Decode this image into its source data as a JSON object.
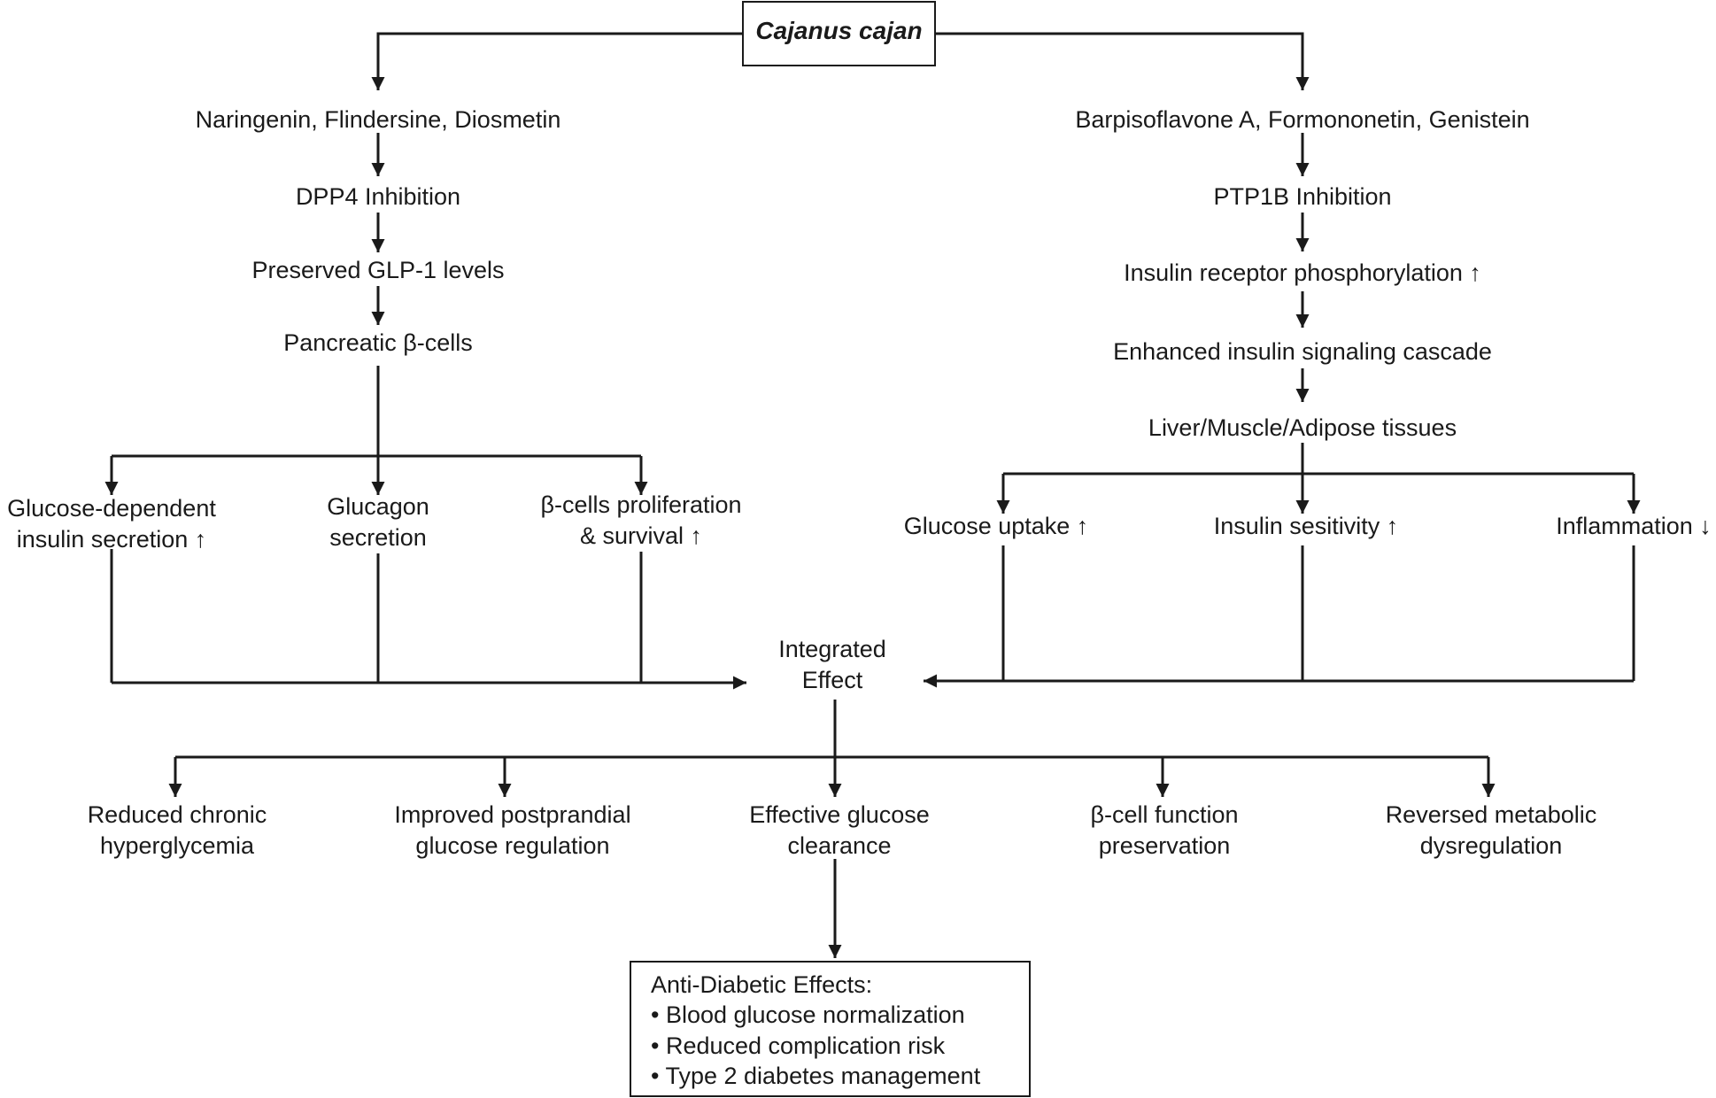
{
  "title": "Cajanus cajan",
  "left_branch": {
    "compounds": "Naringenin, Flindersine, Diosmetin",
    "step1": "DPP4 Inhibition",
    "step2": "Preserved GLP-1 levels",
    "step3": "Pancreatic β-cells",
    "effects": [
      {
        "line1": "Glucose-dependent",
        "line2": "insulin secretion ↑"
      },
      {
        "line1": "Glucagon",
        "line2": "secretion"
      },
      {
        "line1": "β-cells proliferation",
        "line2": "& survival ↑"
      }
    ]
  },
  "right_branch": {
    "compounds": "Barpisoflavone A, Formononetin, Genistein",
    "step1": "PTP1B Inhibition",
    "step2": "Insulin receptor phosphorylation ↑",
    "step3": "Enhanced insulin signaling cascade",
    "step4": "Liver/Muscle/Adipose tissues",
    "effects": [
      {
        "label": "Glucose uptake ↑"
      },
      {
        "label": "Insulin sesitivity ↑"
      },
      {
        "label": "Inflammation ↓"
      }
    ]
  },
  "integrated": {
    "line1": "Integrated",
    "line2": "Effect"
  },
  "outcomes": [
    {
      "line1": "Reduced chronic",
      "line2": "hyperglycemia"
    },
    {
      "line1": "Improved postprandial",
      "line2": "glucose regulation"
    },
    {
      "line1": "Effective glucose",
      "line2": "clearance"
    },
    {
      "line1": "β-cell function",
      "line2": "preservation"
    },
    {
      "line1": "Reversed metabolic",
      "line2": "dysregulation"
    }
  ],
  "result": {
    "heading": "Anti-Diabetic Effects:",
    "items": [
      "• Blood glucose normalization",
      "• Reduced complication risk",
      "• Type 2 diabetes management"
    ]
  }
}
